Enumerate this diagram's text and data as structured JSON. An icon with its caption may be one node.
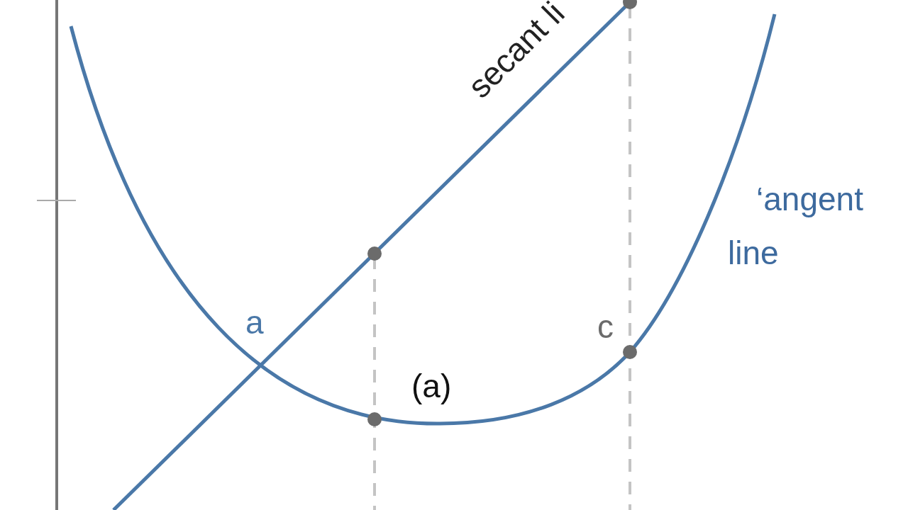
{
  "diagram": {
    "labels": [
      "secant li",
      "a",
      "c",
      "(a)",
      "‘angent",
      "line"
    ]
  }
}
